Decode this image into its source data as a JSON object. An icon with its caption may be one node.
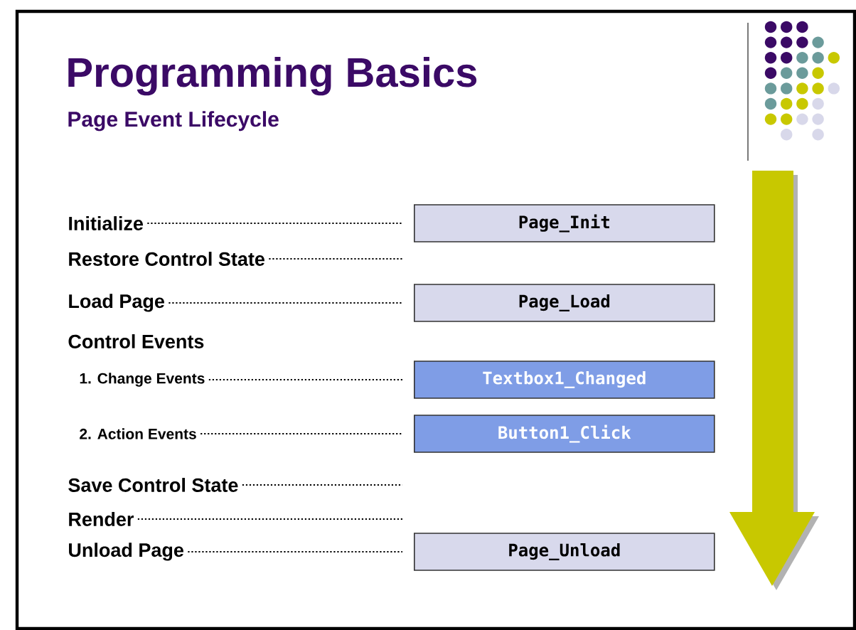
{
  "diagram": {
    "title": "Programming Basics",
    "caption": "Page Event Lifecycle",
    "nodes": [
      {
        "text": [
          "Initialize"
        ]
      },
      {
        "text": [
          "Page_Init"
        ]
      },
      {
        "text": [
          "Restore Control State"
        ]
      },
      {
        "text": [
          "Load Page"
        ]
      },
      {
        "text": [
          "Page_Load"
        ]
      },
      {
        "text": [
          "1. Change Events"
        ]
      },
      {
        "text": [
          "Textbox1_Changed"
        ]
      },
      {
        "text": [
          "2. Action Events"
        ]
      },
      {
        "text": [
          "Button1_Click"
        ]
      },
      {
        "text": [
          "Save Control State"
        ]
      },
      {
        "text": [
          "Render"
        ]
      },
      {
        "text": [
          "Unload Page"
        ]
      },
      {
        "text": [
          "Page_Unload"
        ]
      }
    ],
    "edges": [
      {
        "from": 0,
        "to": 1,
        "arrow": "none"
      },
      {
        "from": 2,
        "to": null,
        "arrow": "none"
      },
      {
        "from": 3,
        "to": 4,
        "arrow": "none"
      },
      {
        "from": 5,
        "to": 6,
        "arrow": "none"
      },
      {
        "from": 7,
        "to": 8,
        "arrow": "none"
      },
      {
        "from": 9,
        "to": null,
        "arrow": "none"
      },
      {
        "from": 10,
        "to": null,
        "arrow": "none"
      },
      {
        "from": 11,
        "to": 12,
        "arrow": "none"
      }
    ],
    "labels": [
      "Control Events"
    ]
  }
}
